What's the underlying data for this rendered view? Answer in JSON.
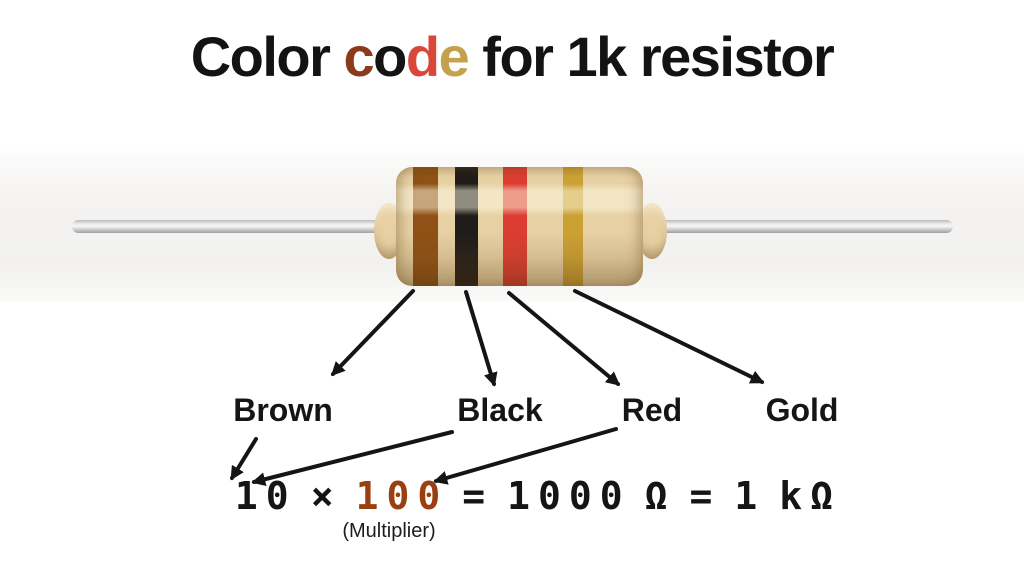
{
  "title": {
    "segments": [
      {
        "text": "Color ",
        "color": "#131313"
      },
      {
        "text": "c",
        "color": "#8B3A1A"
      },
      {
        "text": "o",
        "color": "#141414"
      },
      {
        "text": "d",
        "color": "#D9473A"
      },
      {
        "text": "e",
        "color": "#C4A14C"
      },
      {
        "text": " for 1k resistor",
        "color": "#131313"
      }
    ],
    "full_text": "Color code for 1k resistor"
  },
  "resistor": {
    "body_hex": "#E7D1A4",
    "wire_hex": "#C9C9C9",
    "bands": [
      {
        "name": "brown",
        "hex": "#8F5115"
      },
      {
        "name": "black",
        "hex": "#201C19"
      },
      {
        "name": "red",
        "hex": "#DC3C31"
      },
      {
        "name": "gold",
        "hex": "#CBA133"
      }
    ]
  },
  "band_labels": [
    {
      "text": "Brown"
    },
    {
      "text": "Black"
    },
    {
      "text": "Red"
    },
    {
      "text": "Gold"
    }
  ],
  "formula": {
    "parts": [
      {
        "text": "10",
        "color": "#151515"
      },
      {
        "text": "×",
        "color": "#151515"
      },
      {
        "text": "100",
        "color": "#9A3F10"
      },
      {
        "text": "=",
        "color": "#151515"
      },
      {
        "text": "1000",
        "color": "#151515"
      },
      {
        "text": "Ω",
        "color": "#151515"
      },
      {
        "text": "=",
        "color": "#151515"
      },
      {
        "text": "1",
        "color": "#151515"
      },
      {
        "text": "kΩ",
        "color": "#151515"
      }
    ],
    "note": "(Multiplier)"
  }
}
